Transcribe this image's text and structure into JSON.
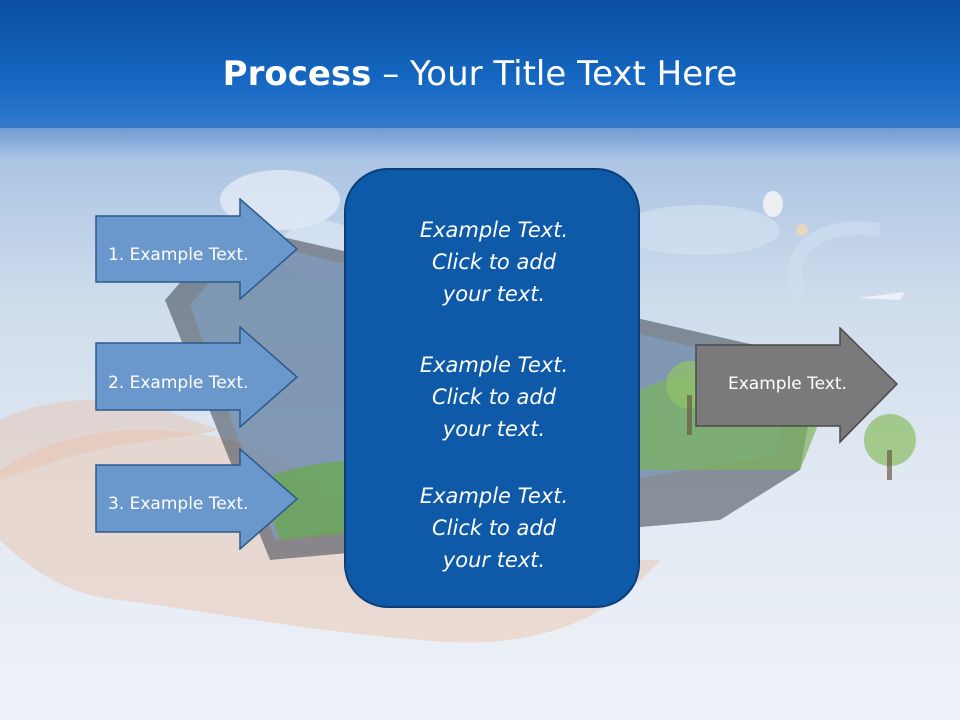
{
  "title": {
    "bold": "Process",
    "dash": " – ",
    "rest": "Your Title Text Here"
  },
  "left_arrows": [
    {
      "label": "1. Example Text."
    },
    {
      "label": "2. Example Text."
    },
    {
      "label": "3. Example Text."
    }
  ],
  "center_items": [
    {
      "line1": "Example Text.",
      "line2": "Click  to add",
      "line3": "your text."
    },
    {
      "line1": "Example Text.",
      "line2": "Click  to add",
      "line3": "your text."
    },
    {
      "line1": "Example Text.",
      "line2": "Click  to add",
      "line3": "your text."
    }
  ],
  "right_arrow": {
    "label": "Example Text."
  },
  "colors": {
    "header": "#0b4fa0",
    "arrow_blue": "#6b98cc",
    "center_box": "#0f5aa8",
    "arrow_gray": "#7a7a7a"
  }
}
